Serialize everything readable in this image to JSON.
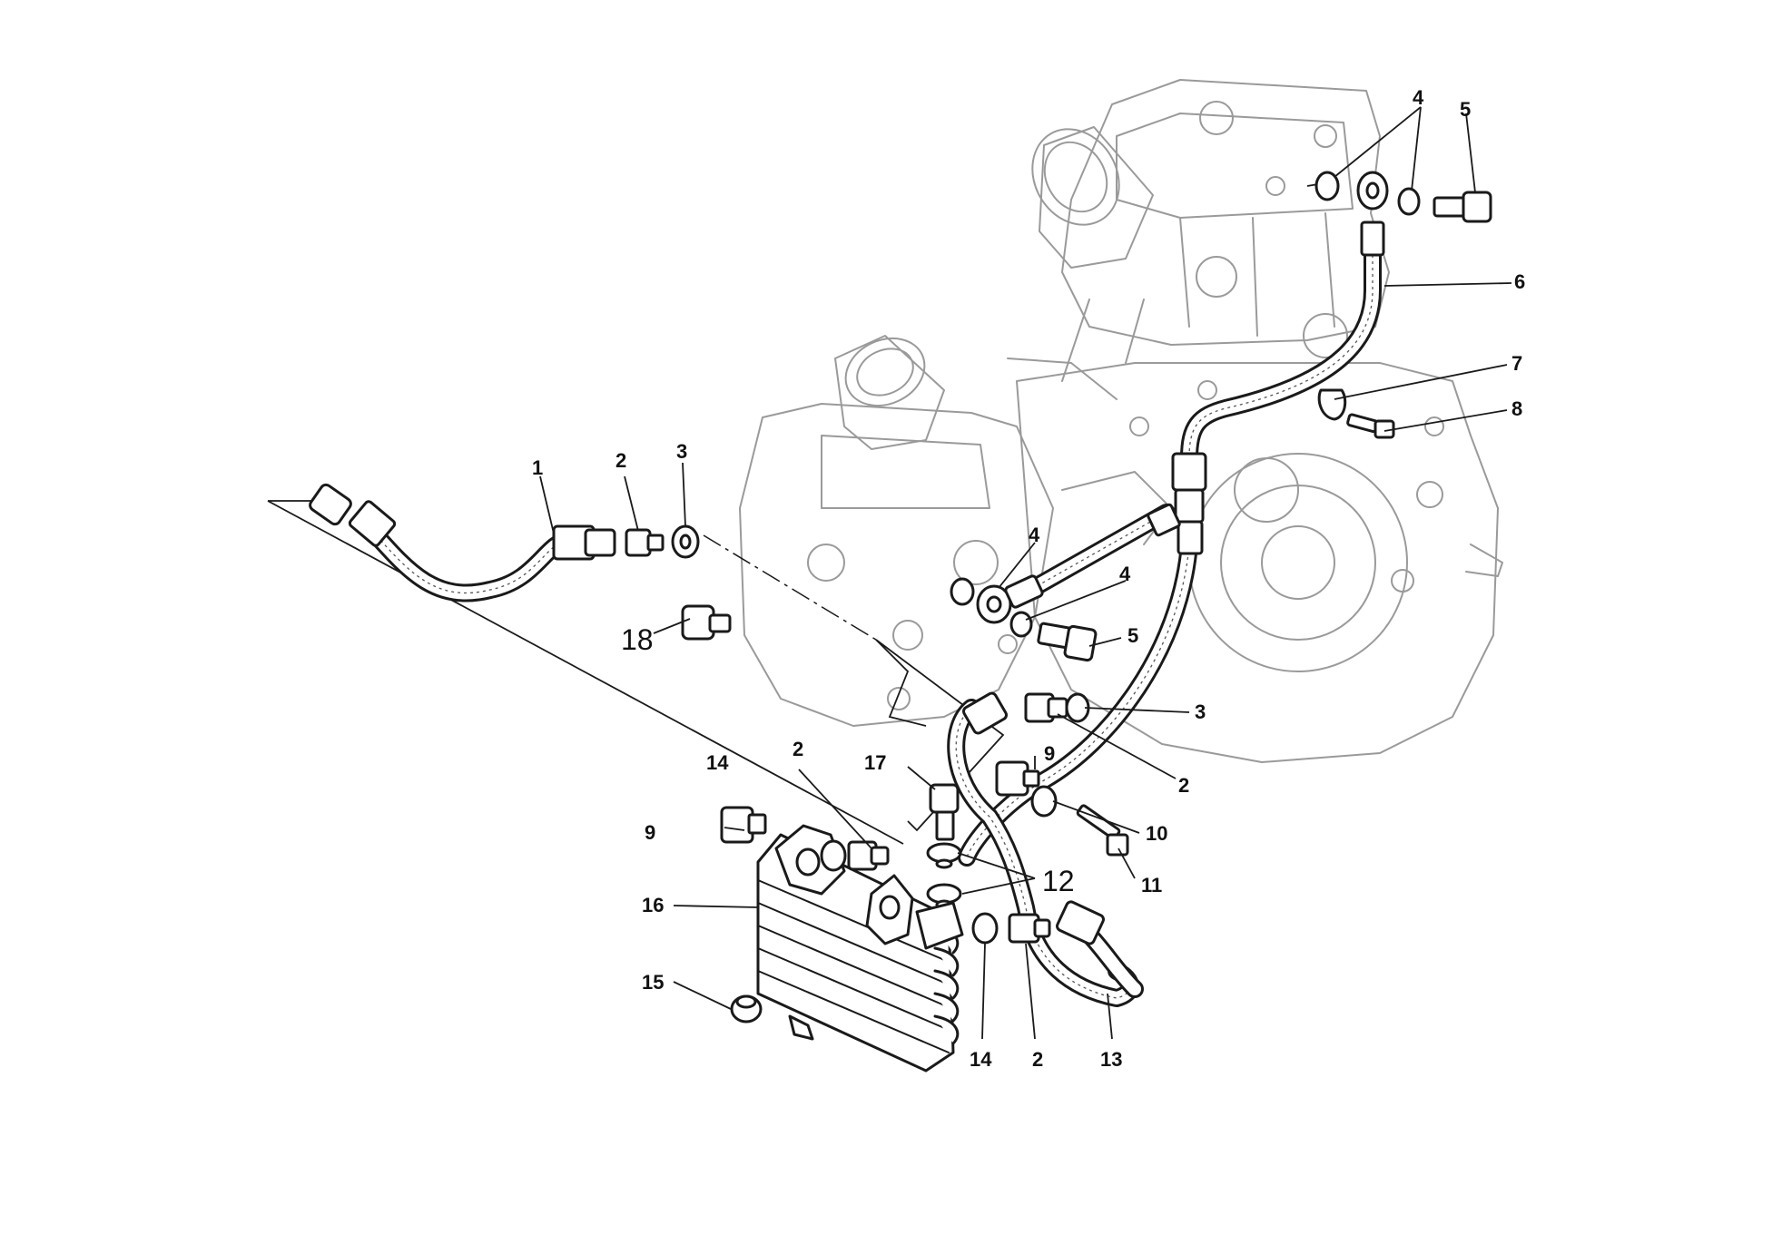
{
  "diagram": {
    "callouts": [
      {
        "id": "c1",
        "text": "1"
      },
      {
        "id": "c2a",
        "text": "2"
      },
      {
        "id": "c3a",
        "text": "3"
      },
      {
        "id": "c4a",
        "text": "4"
      },
      {
        "id": "c5a",
        "text": "5"
      },
      {
        "id": "c6",
        "text": "6"
      },
      {
        "id": "c7",
        "text": "7"
      },
      {
        "id": "c8",
        "text": "8"
      },
      {
        "id": "c4b",
        "text": "4"
      },
      {
        "id": "c4c",
        "text": "4"
      },
      {
        "id": "c5b",
        "text": "5"
      },
      {
        "id": "c18",
        "text": "18"
      },
      {
        "id": "c3b",
        "text": "3"
      },
      {
        "id": "c2b",
        "text": "2"
      },
      {
        "id": "c9a",
        "text": "9"
      },
      {
        "id": "c10",
        "text": "10"
      },
      {
        "id": "c11",
        "text": "11"
      },
      {
        "id": "c12",
        "text": "12"
      },
      {
        "id": "c17",
        "text": "17"
      },
      {
        "id": "c2c",
        "text": "2"
      },
      {
        "id": "c14a",
        "text": "14"
      },
      {
        "id": "c9b",
        "text": "9"
      },
      {
        "id": "c16",
        "text": "16"
      },
      {
        "id": "c15",
        "text": "15"
      },
      {
        "id": "c14b",
        "text": "14"
      },
      {
        "id": "c2d",
        "text": "2"
      },
      {
        "id": "c13",
        "text": "13"
      }
    ]
  }
}
